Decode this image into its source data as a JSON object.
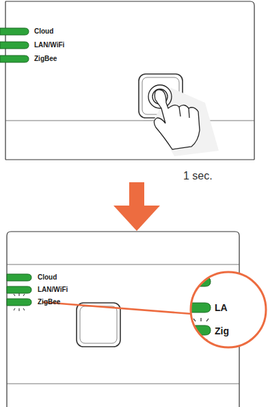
{
  "diagram": {
    "labels": [
      "Cloud",
      "LAN/WiFi",
      "ZigBee",
      "1 sec.",
      "Cloud",
      "LAN/WiFi",
      "ZigBee",
      "LA",
      "Zig"
    ]
  }
}
